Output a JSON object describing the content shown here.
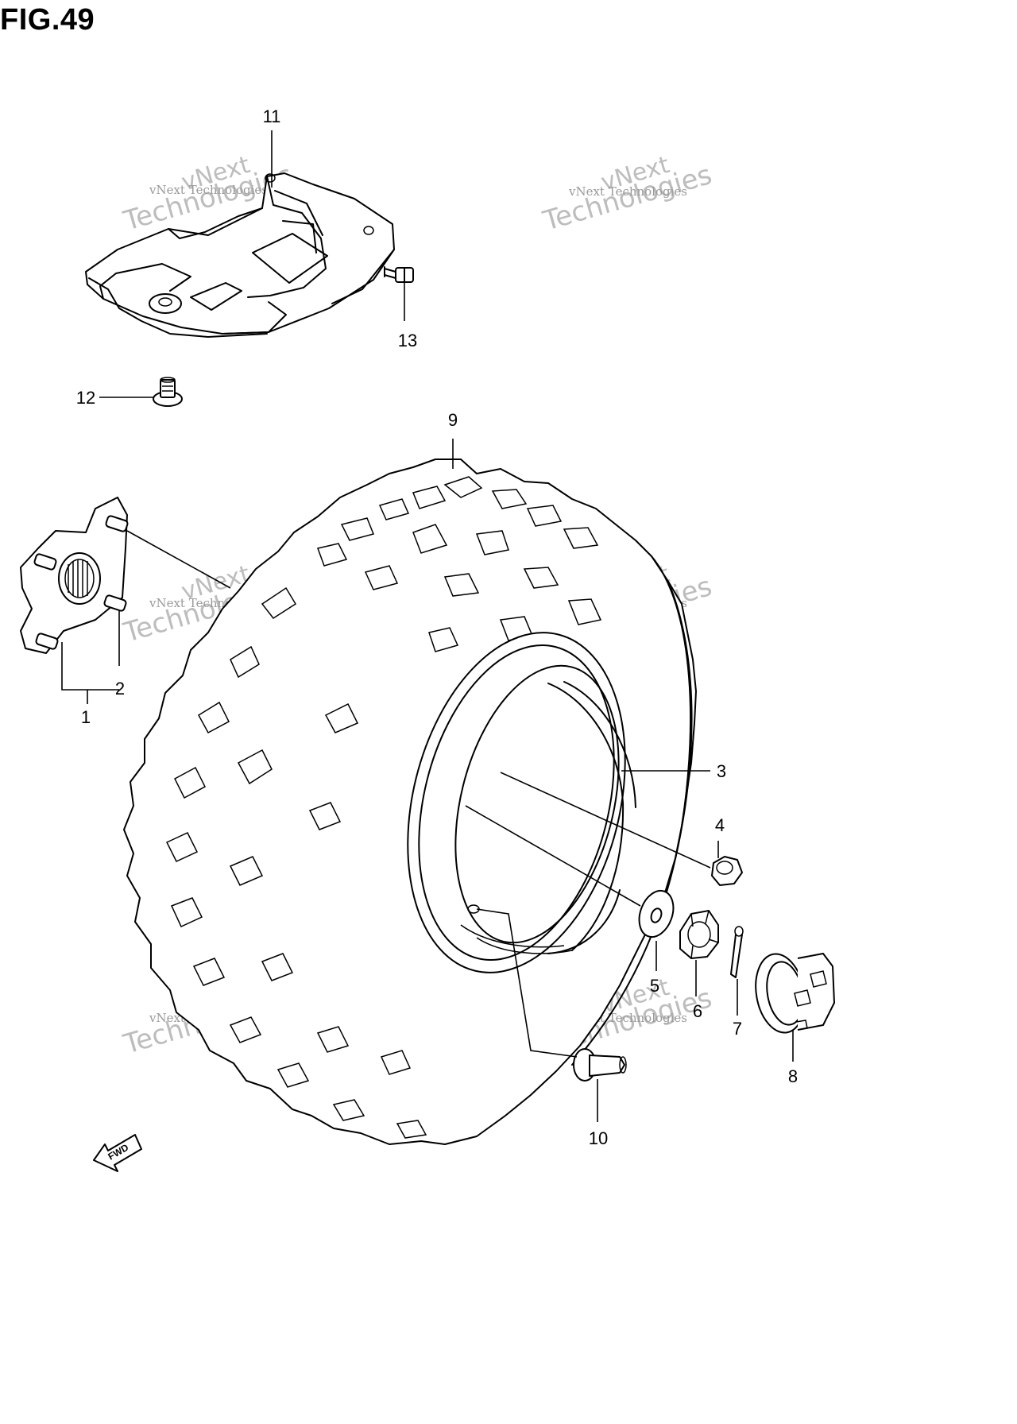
{
  "figure": {
    "title": "FIG.49",
    "fwd_label": "FWD"
  },
  "watermark": {
    "line1": "vNext",
    "line2": "Technologies",
    "caption": "vNext Technologies"
  },
  "callouts": {
    "c1": "1",
    "c2": "2",
    "c3": "3",
    "c4": "4",
    "c5": "5",
    "c6": "6",
    "c7": "7",
    "c8": "8",
    "c9": "9",
    "c10": "10",
    "c11": "11",
    "c12": "12",
    "c13": "13"
  }
}
